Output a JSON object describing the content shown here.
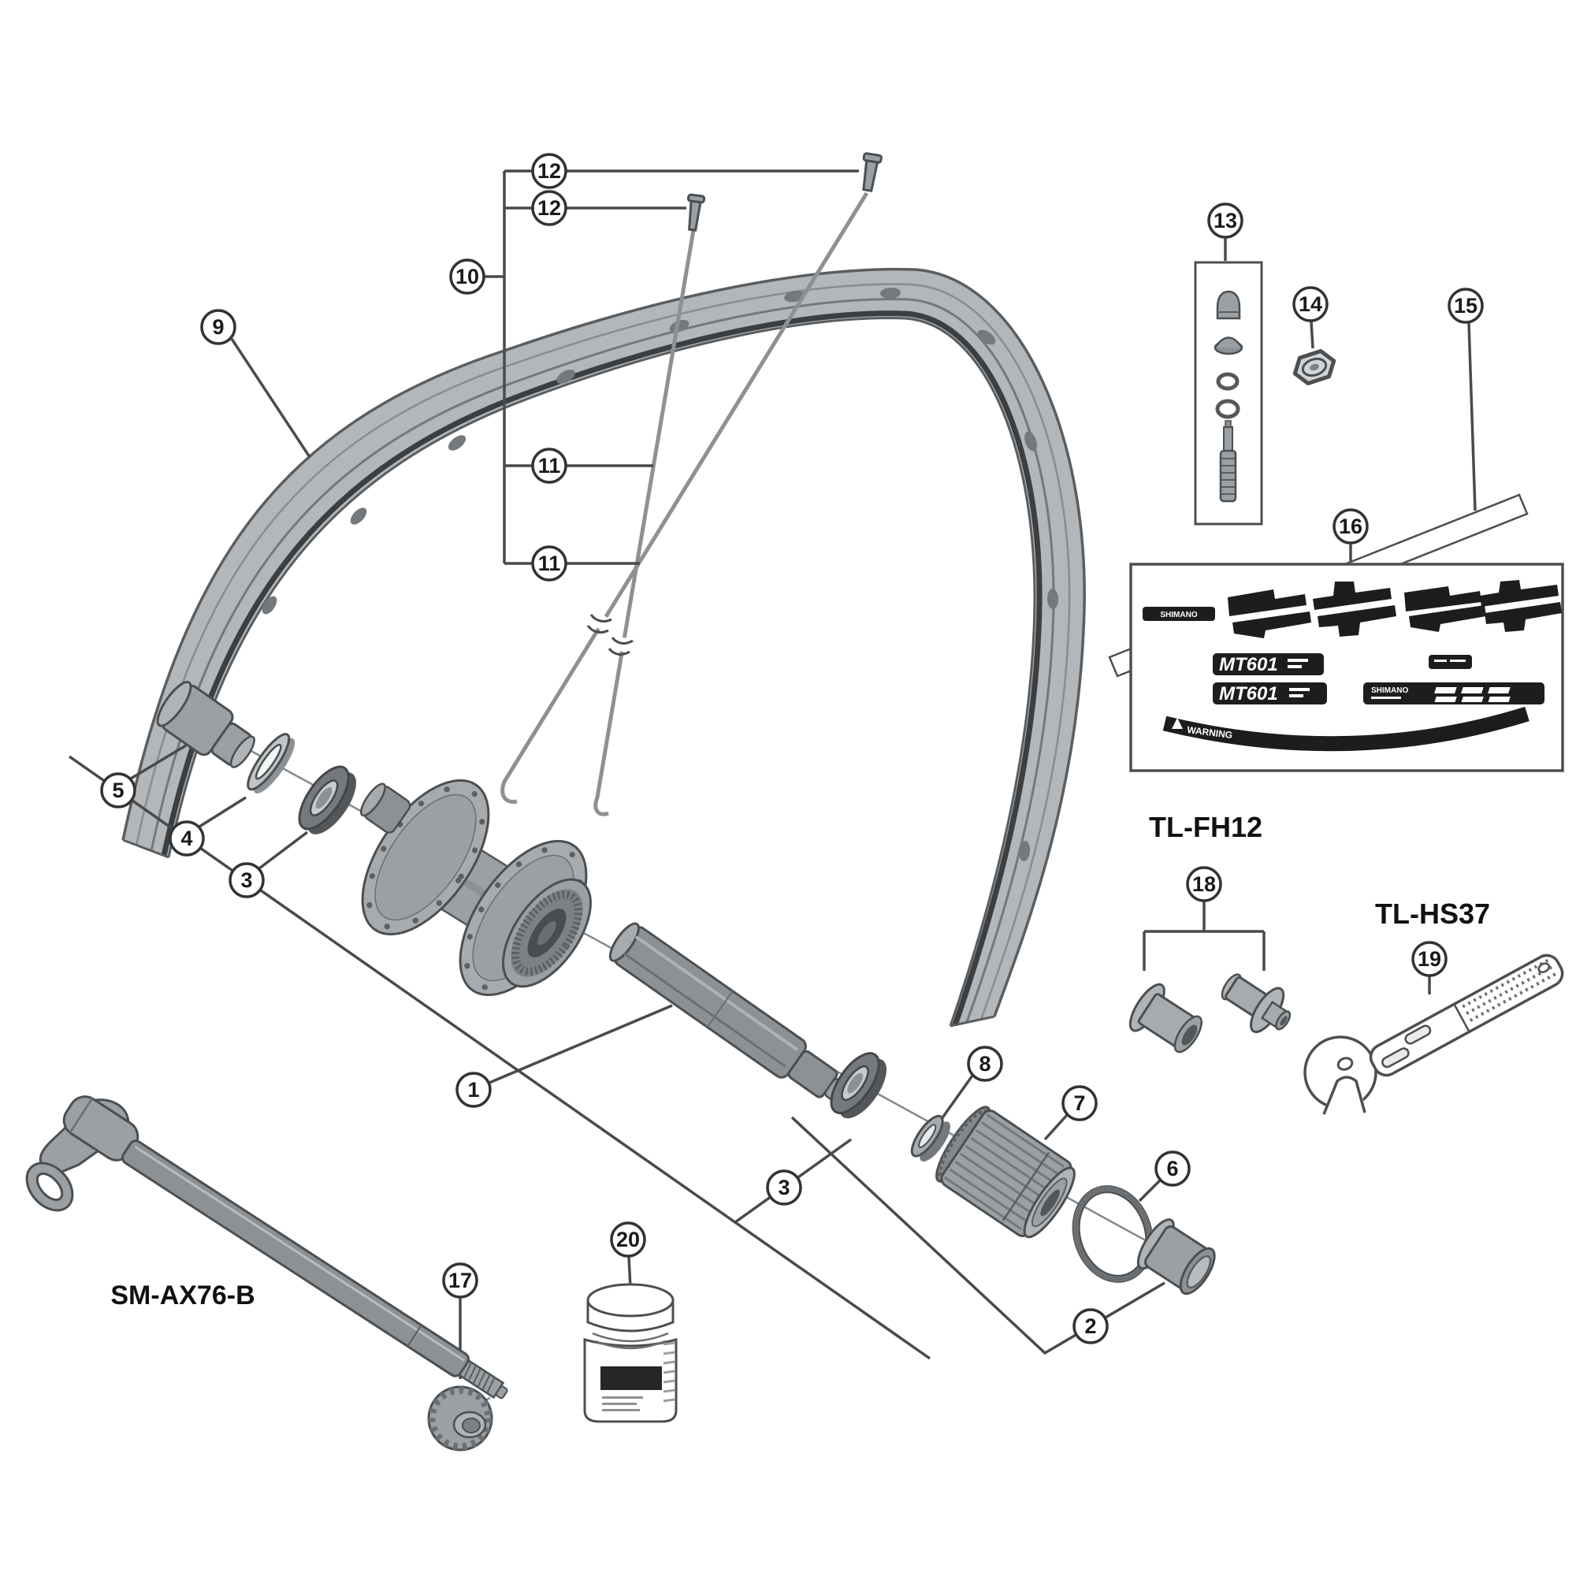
{
  "callouts": {
    "1": "1",
    "2": "2",
    "3": "3",
    "4": "4",
    "5": "5",
    "6": "6",
    "7": "7",
    "8": "8",
    "9": "9",
    "10": "10",
    "11": "11",
    "12": "12",
    "13": "13",
    "14": "14",
    "15": "15",
    "16": "16",
    "17": "17",
    "18": "18",
    "19": "19",
    "20": "20"
  },
  "labels": {
    "thru_axle_model": "SM-AX76-B",
    "lockring_tool": "TL-FH12",
    "cone_wrench_tool": "TL-HS37"
  },
  "stickers": {
    "brand": "SHIMANO",
    "rim_model": "MT601",
    "warning_text": "WARNING"
  }
}
